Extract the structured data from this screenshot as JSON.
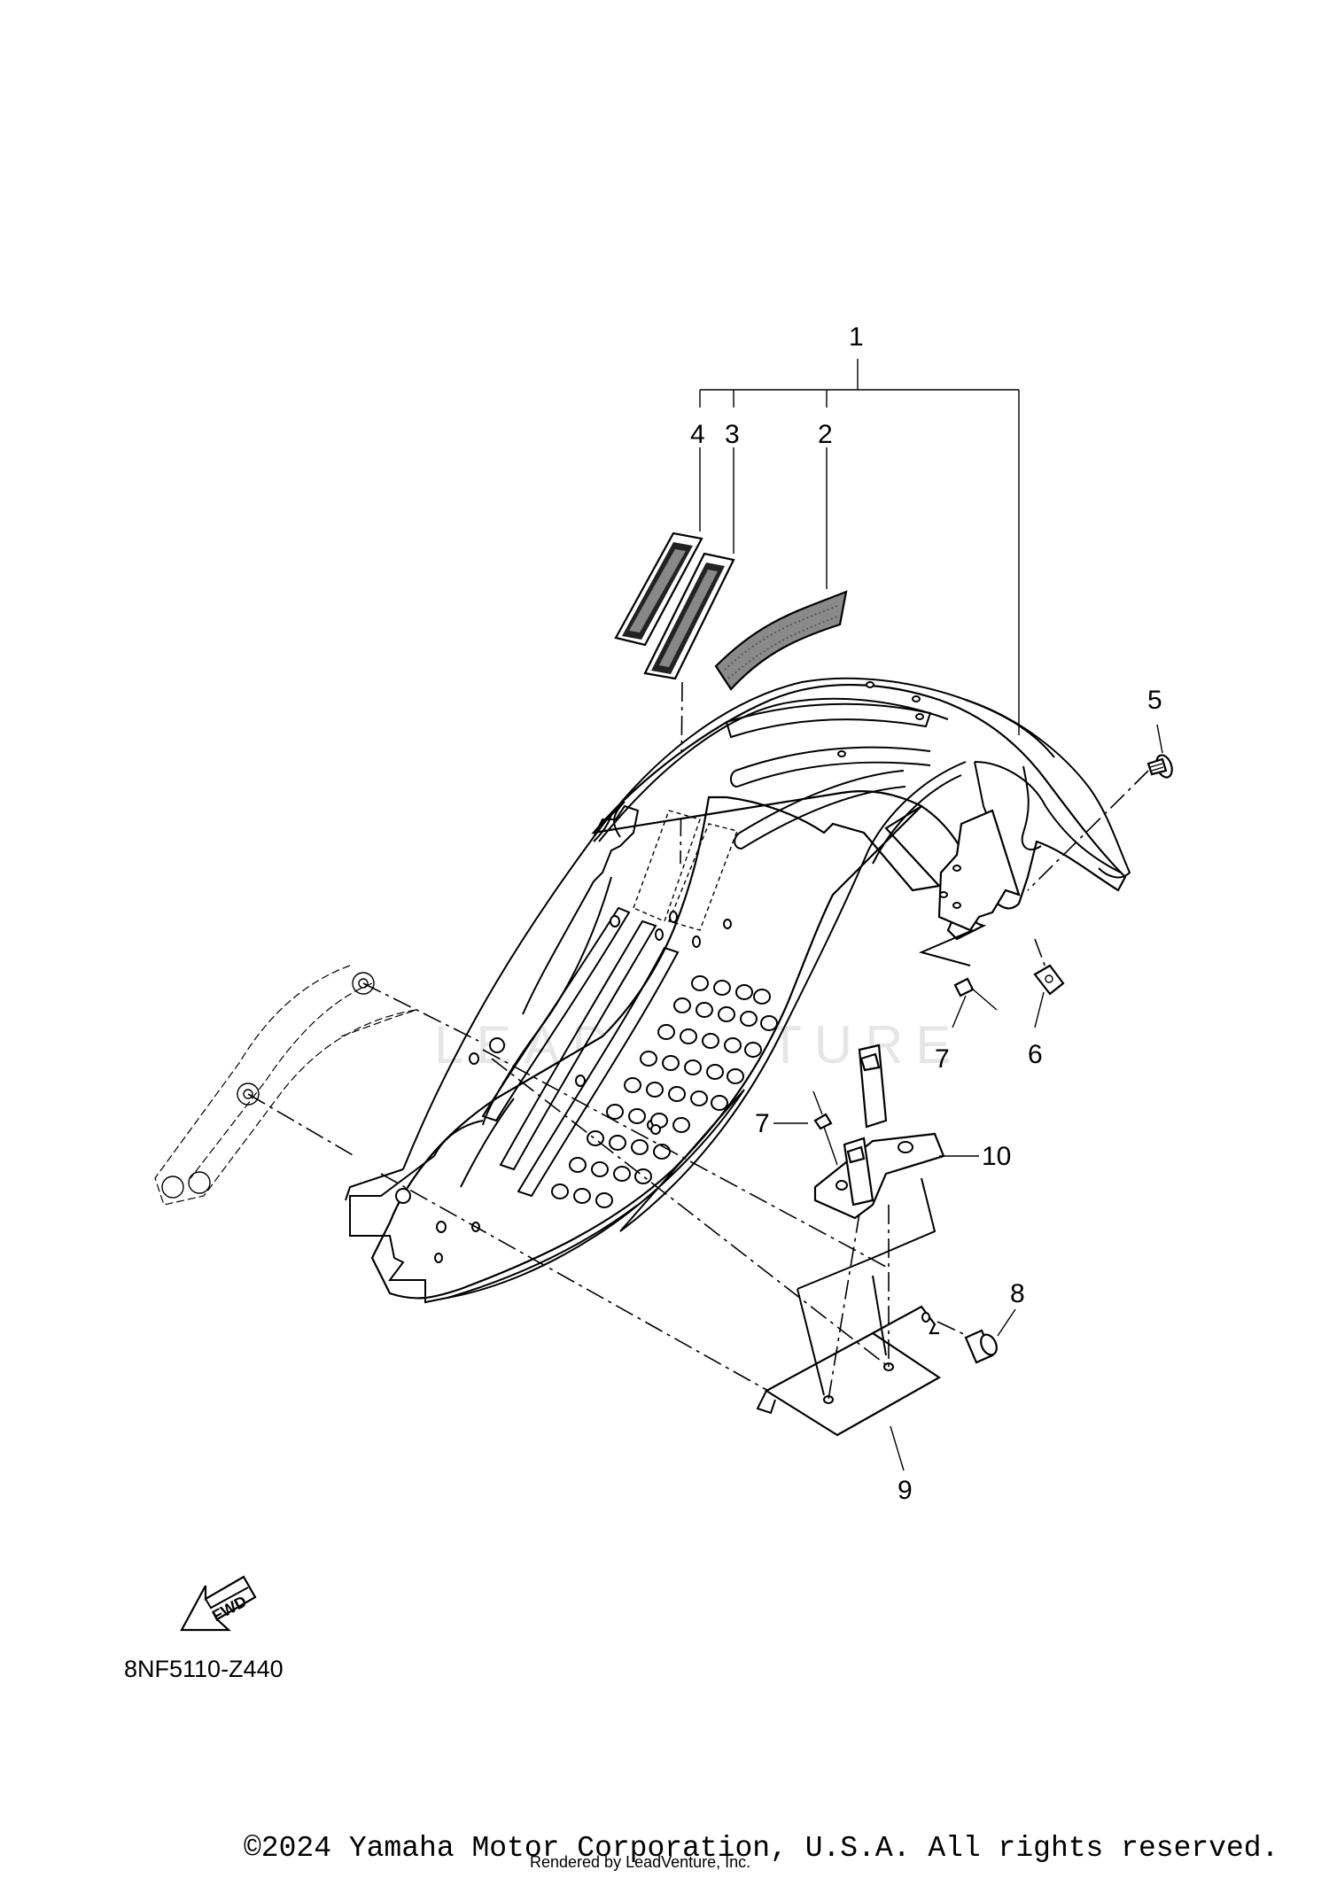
{
  "diagram": {
    "callouts": [
      "1",
      "2",
      "3",
      "4",
      "5",
      "6",
      "7",
      "7",
      "8",
      "9",
      "10"
    ],
    "diagram_code": "8NF5110-Z440",
    "fwd_label": "FWD",
    "watermark_text": "LEADVENTURE",
    "copyright": "©2024 Yamaha Motor Corporation, U.S.A. All rights reserved.",
    "rendered_by": "Rendered by LeadVenture, Inc."
  }
}
